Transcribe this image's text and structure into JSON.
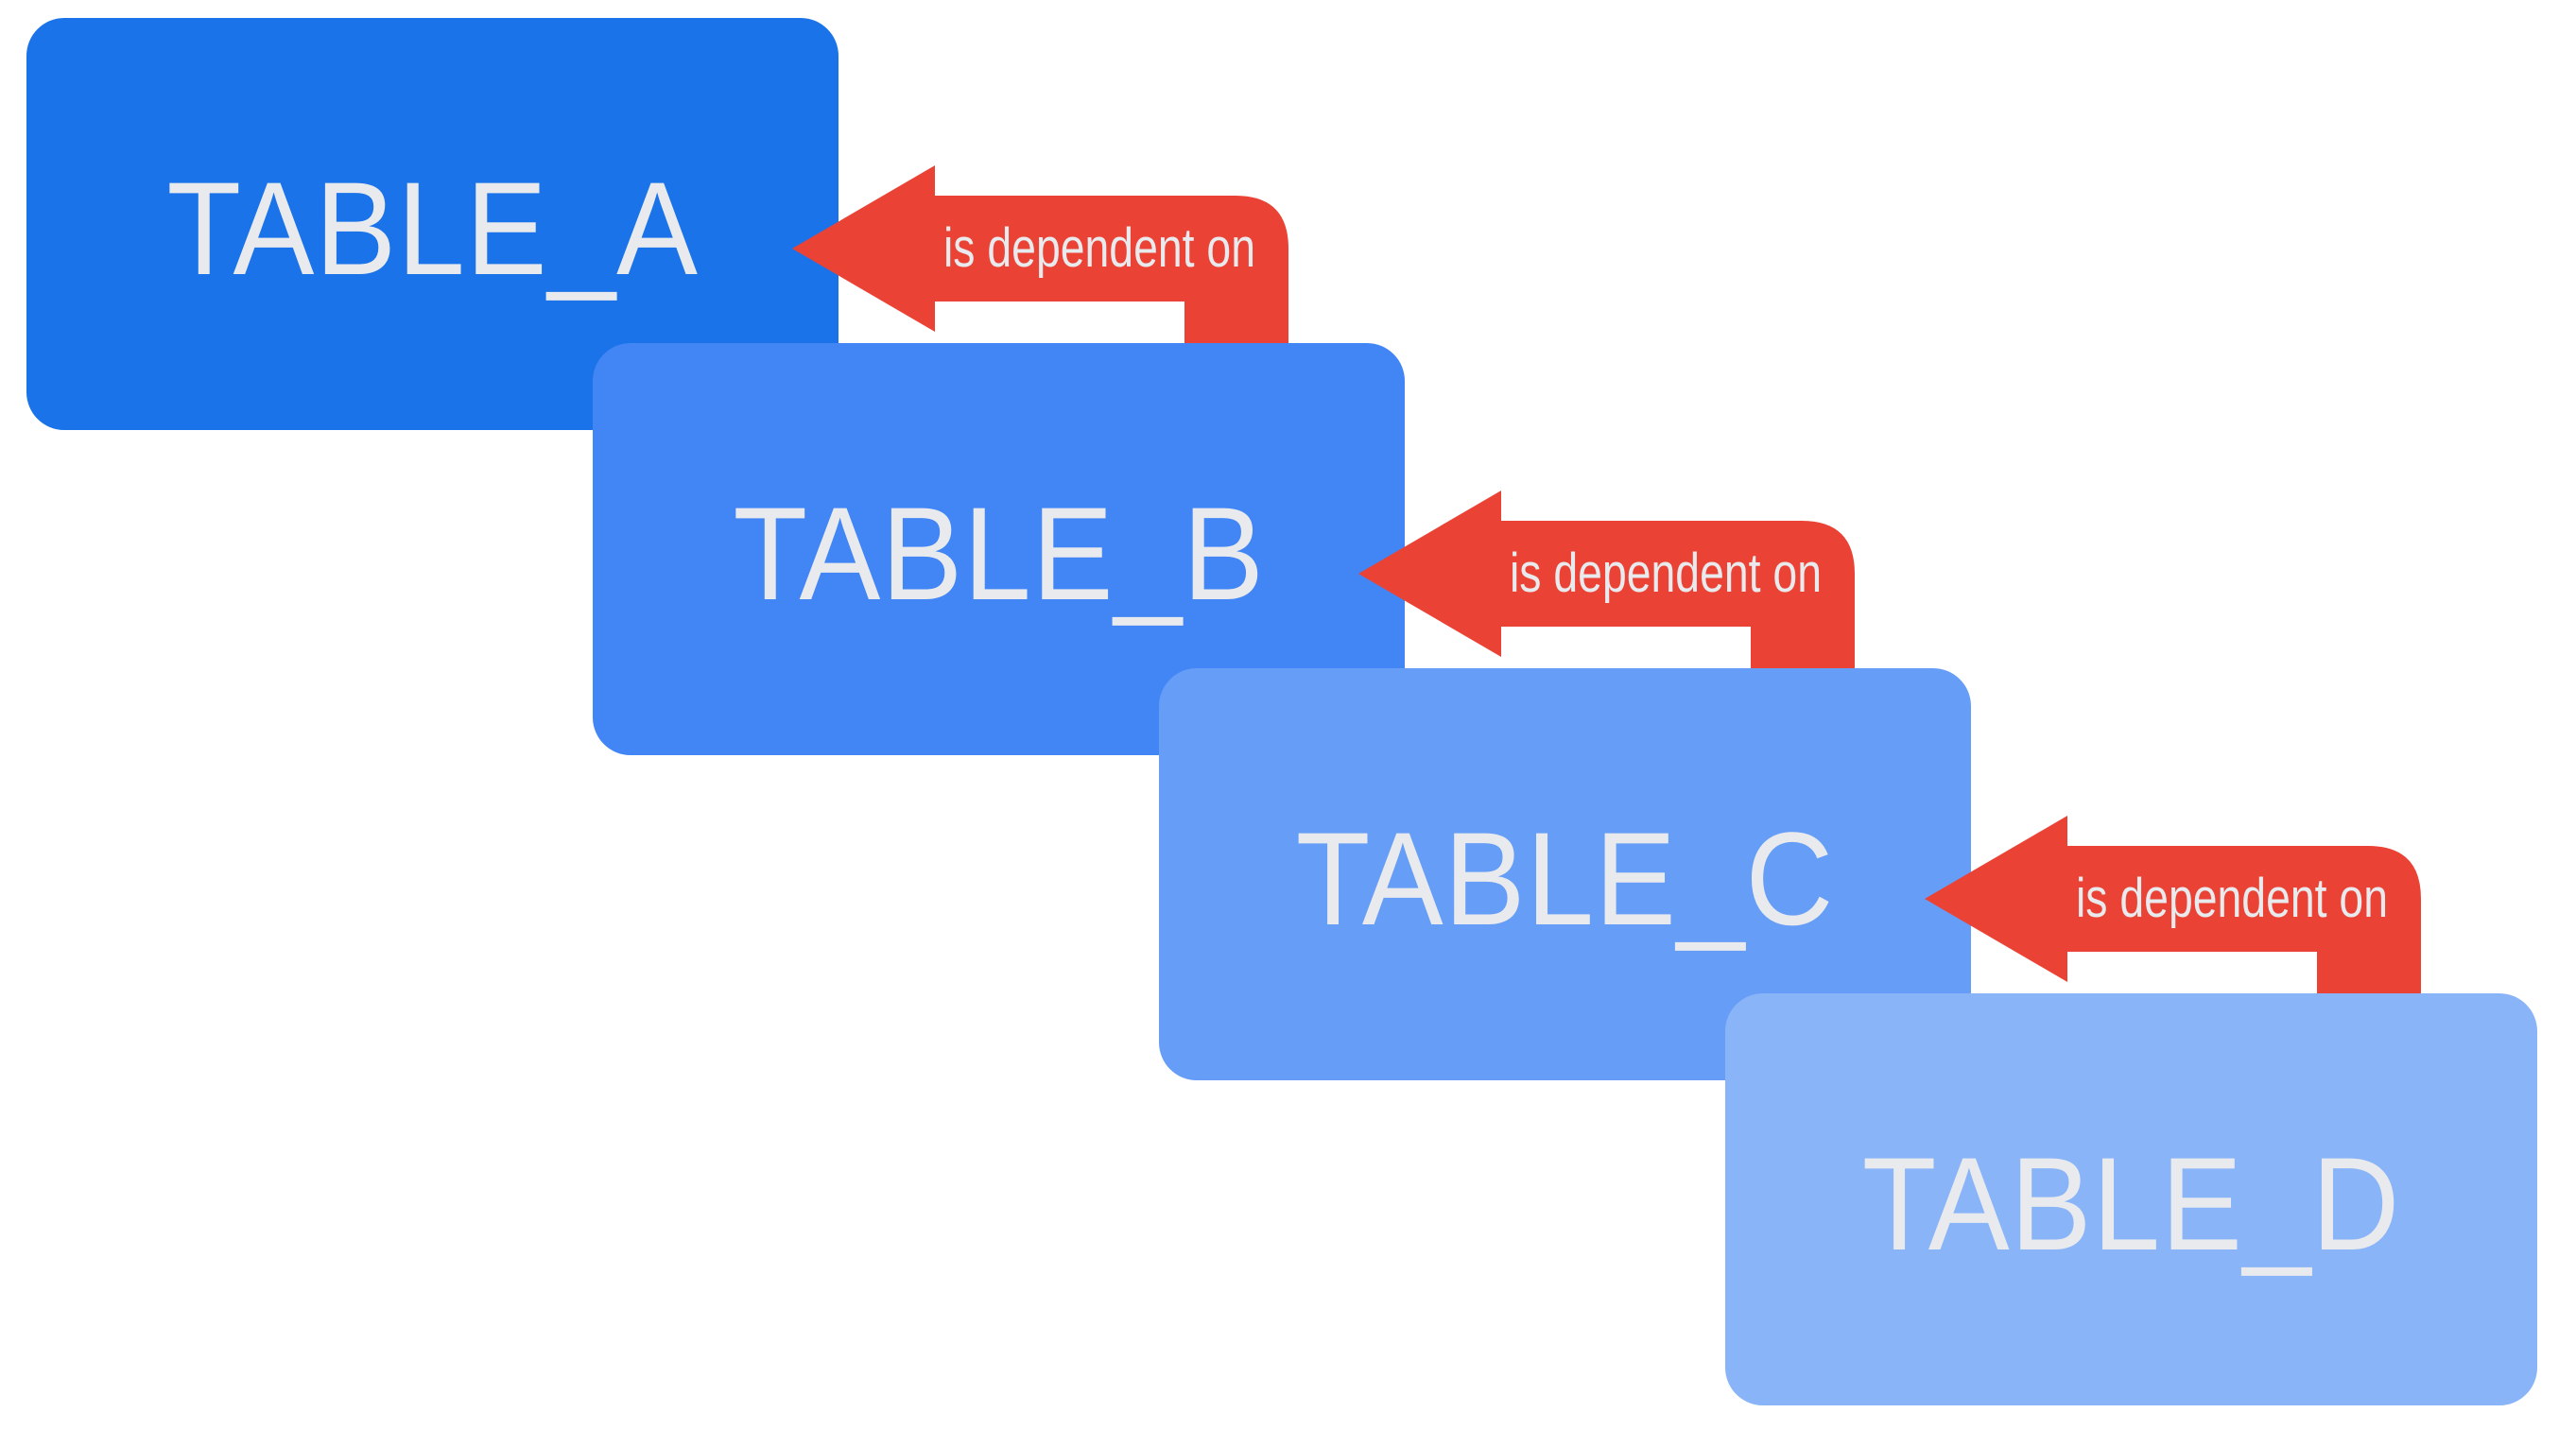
{
  "diagram": {
    "background": "#ffffff",
    "text_color": "#e8eaed",
    "boxes": [
      {
        "label": "TABLE_A",
        "color": "#1a73e8"
      },
      {
        "label": "TABLE_B",
        "color": "#4285f4"
      },
      {
        "label": "TABLE_C",
        "color": "#669df6"
      },
      {
        "label": "TABLE_D",
        "color": "#8ab4f8"
      }
    ],
    "arrows": [
      {
        "label": "is dependent on",
        "from": "TABLE_B",
        "to": "TABLE_A",
        "color": "#ea4335"
      },
      {
        "label": "is dependent on",
        "from": "TABLE_C",
        "to": "TABLE_B",
        "color": "#ea4335"
      },
      {
        "label": "is dependent on",
        "from": "TABLE_D",
        "to": "TABLE_C",
        "color": "#ea4335"
      }
    ]
  }
}
